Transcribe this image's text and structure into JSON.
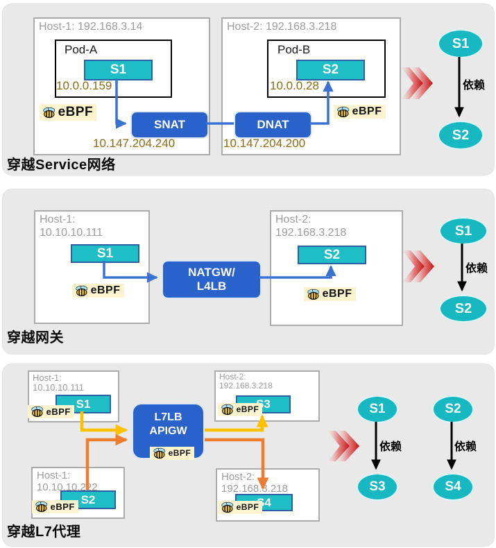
{
  "panel1": {
    "title": "穿越Service网络",
    "host1": {
      "label": "Host-1: 192.168.3.14",
      "pod_name": "Pod-A",
      "service": "S1",
      "pod_ip": "10.0.0.159",
      "nat_label": "SNAT",
      "nat_ip": "10.147.204.240"
    },
    "host2": {
      "label": "Host-2: 192.168.3.218",
      "pod_name": "Pod-B",
      "service": "S2",
      "pod_ip": "10.0.0.28",
      "nat_label": "DNAT",
      "nat_ip": "10.147.204.200"
    },
    "dependency": {
      "from": "S1",
      "to": "S2",
      "label": "依赖"
    }
  },
  "panel2": {
    "title": "穿越网关",
    "host1": {
      "name": "Host-1:",
      "ip": "10.10.10.111",
      "service": "S1"
    },
    "gateway": {
      "line1": "NATGW/",
      "line2": "L4LB"
    },
    "host2": {
      "name": "Host-2:",
      "ip": "192.168.3.218",
      "service": "S2"
    },
    "dependency": {
      "from": "S1",
      "to": "S2",
      "label": "依赖"
    }
  },
  "panel3": {
    "title": "穿越L7代理",
    "host1a": {
      "name": "Host-1:",
      "ip": "10.10.10.111",
      "service": "S1"
    },
    "host1b": {
      "name": "Host-1:",
      "ip": "10.10.10.222",
      "service": "S2"
    },
    "proxy": {
      "line1": "L7LB",
      "line2": "APIGW"
    },
    "host2a": {
      "name": "Host-2:",
      "ip": "192.168.3.218",
      "service": "S3"
    },
    "host2b": {
      "name": "Host-2:",
      "ip": "192.168.3.218",
      "service": "S4"
    },
    "dep1": {
      "from": "S1",
      "to": "S3",
      "label": "依赖"
    },
    "dep2": {
      "from": "S2",
      "to": "S4",
      "label": "依赖"
    }
  },
  "logo": {
    "text": "eBPF"
  },
  "colors": {
    "panel_bg": "#E9E9E9",
    "teal_service": "#1FBEC7",
    "teal_ellipse": "#17B8C2",
    "nat_blue": "#2A62CC",
    "connector_blue": "#3A72D4",
    "arrow_yellow": "#FFC000",
    "arrow_orange": "#ED7D31",
    "chevron_red": "#C40F0F",
    "ip_text": "#8A6C12",
    "host_text": "#9C9C9C"
  }
}
